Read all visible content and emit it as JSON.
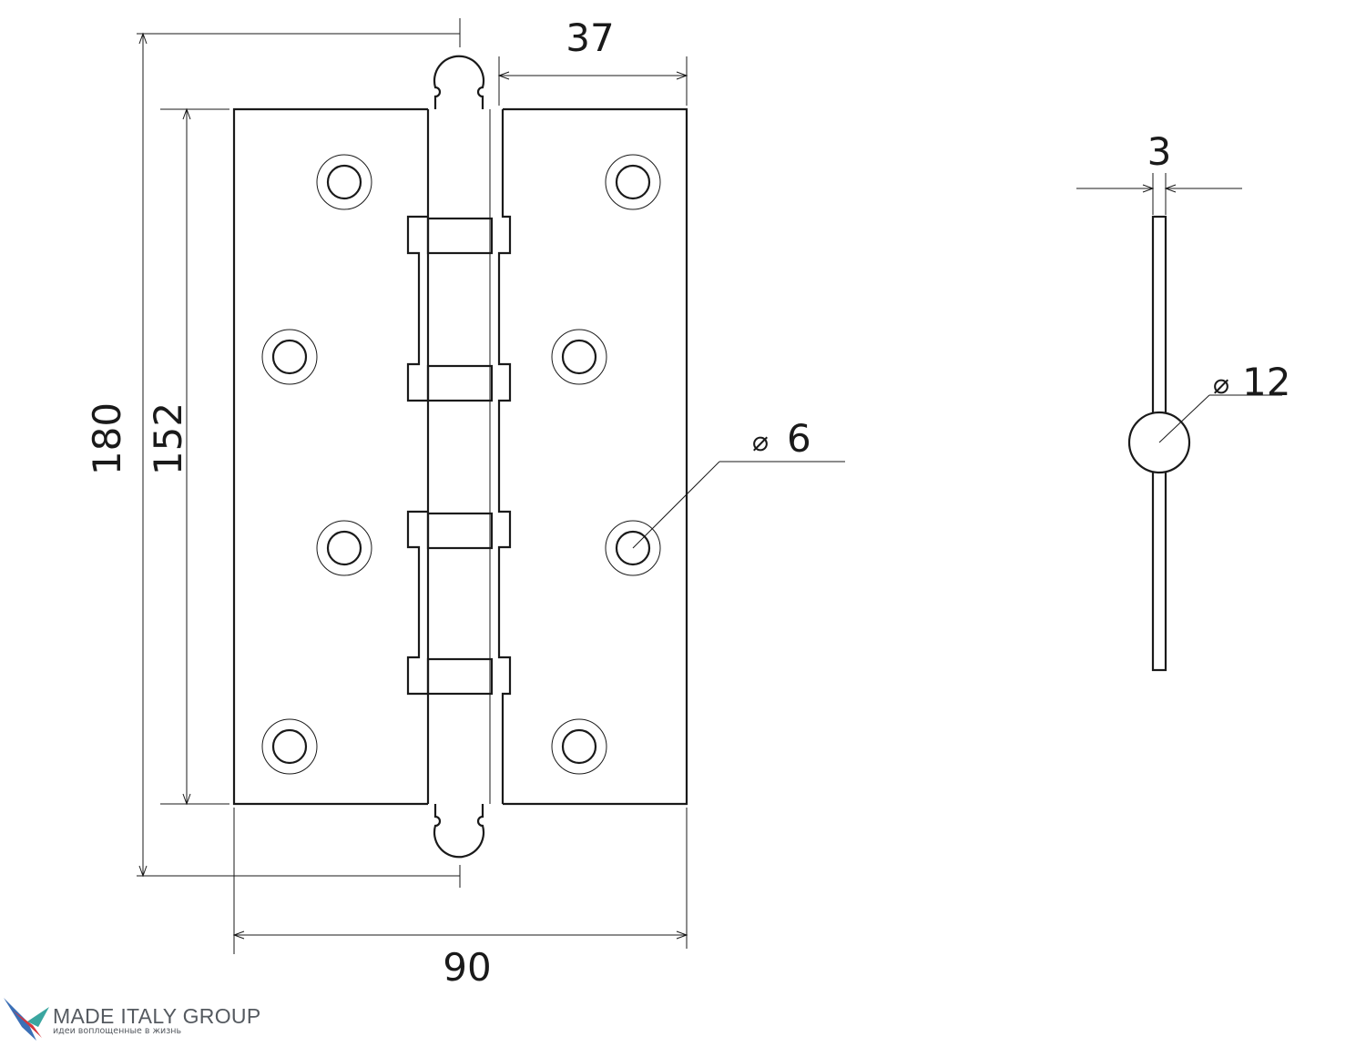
{
  "dimensions": {
    "overall_height": "180",
    "plate_height": "152",
    "leaf_width": "37",
    "total_width": "90",
    "thickness": "3",
    "hole_diameter": "6",
    "knuckle_diameter": "12",
    "hole_diameter_symbol": "⌀",
    "knuckle_diameter_symbol": "⌀"
  },
  "logo": {
    "name": "MADE ITALY GROUP",
    "tagline": "идеи воплощенные в жизнь",
    "colors": {
      "blue": "#3b6fb6",
      "red": "#d6363c",
      "teal": "#3aa6a0",
      "gray": "#555a60"
    }
  }
}
